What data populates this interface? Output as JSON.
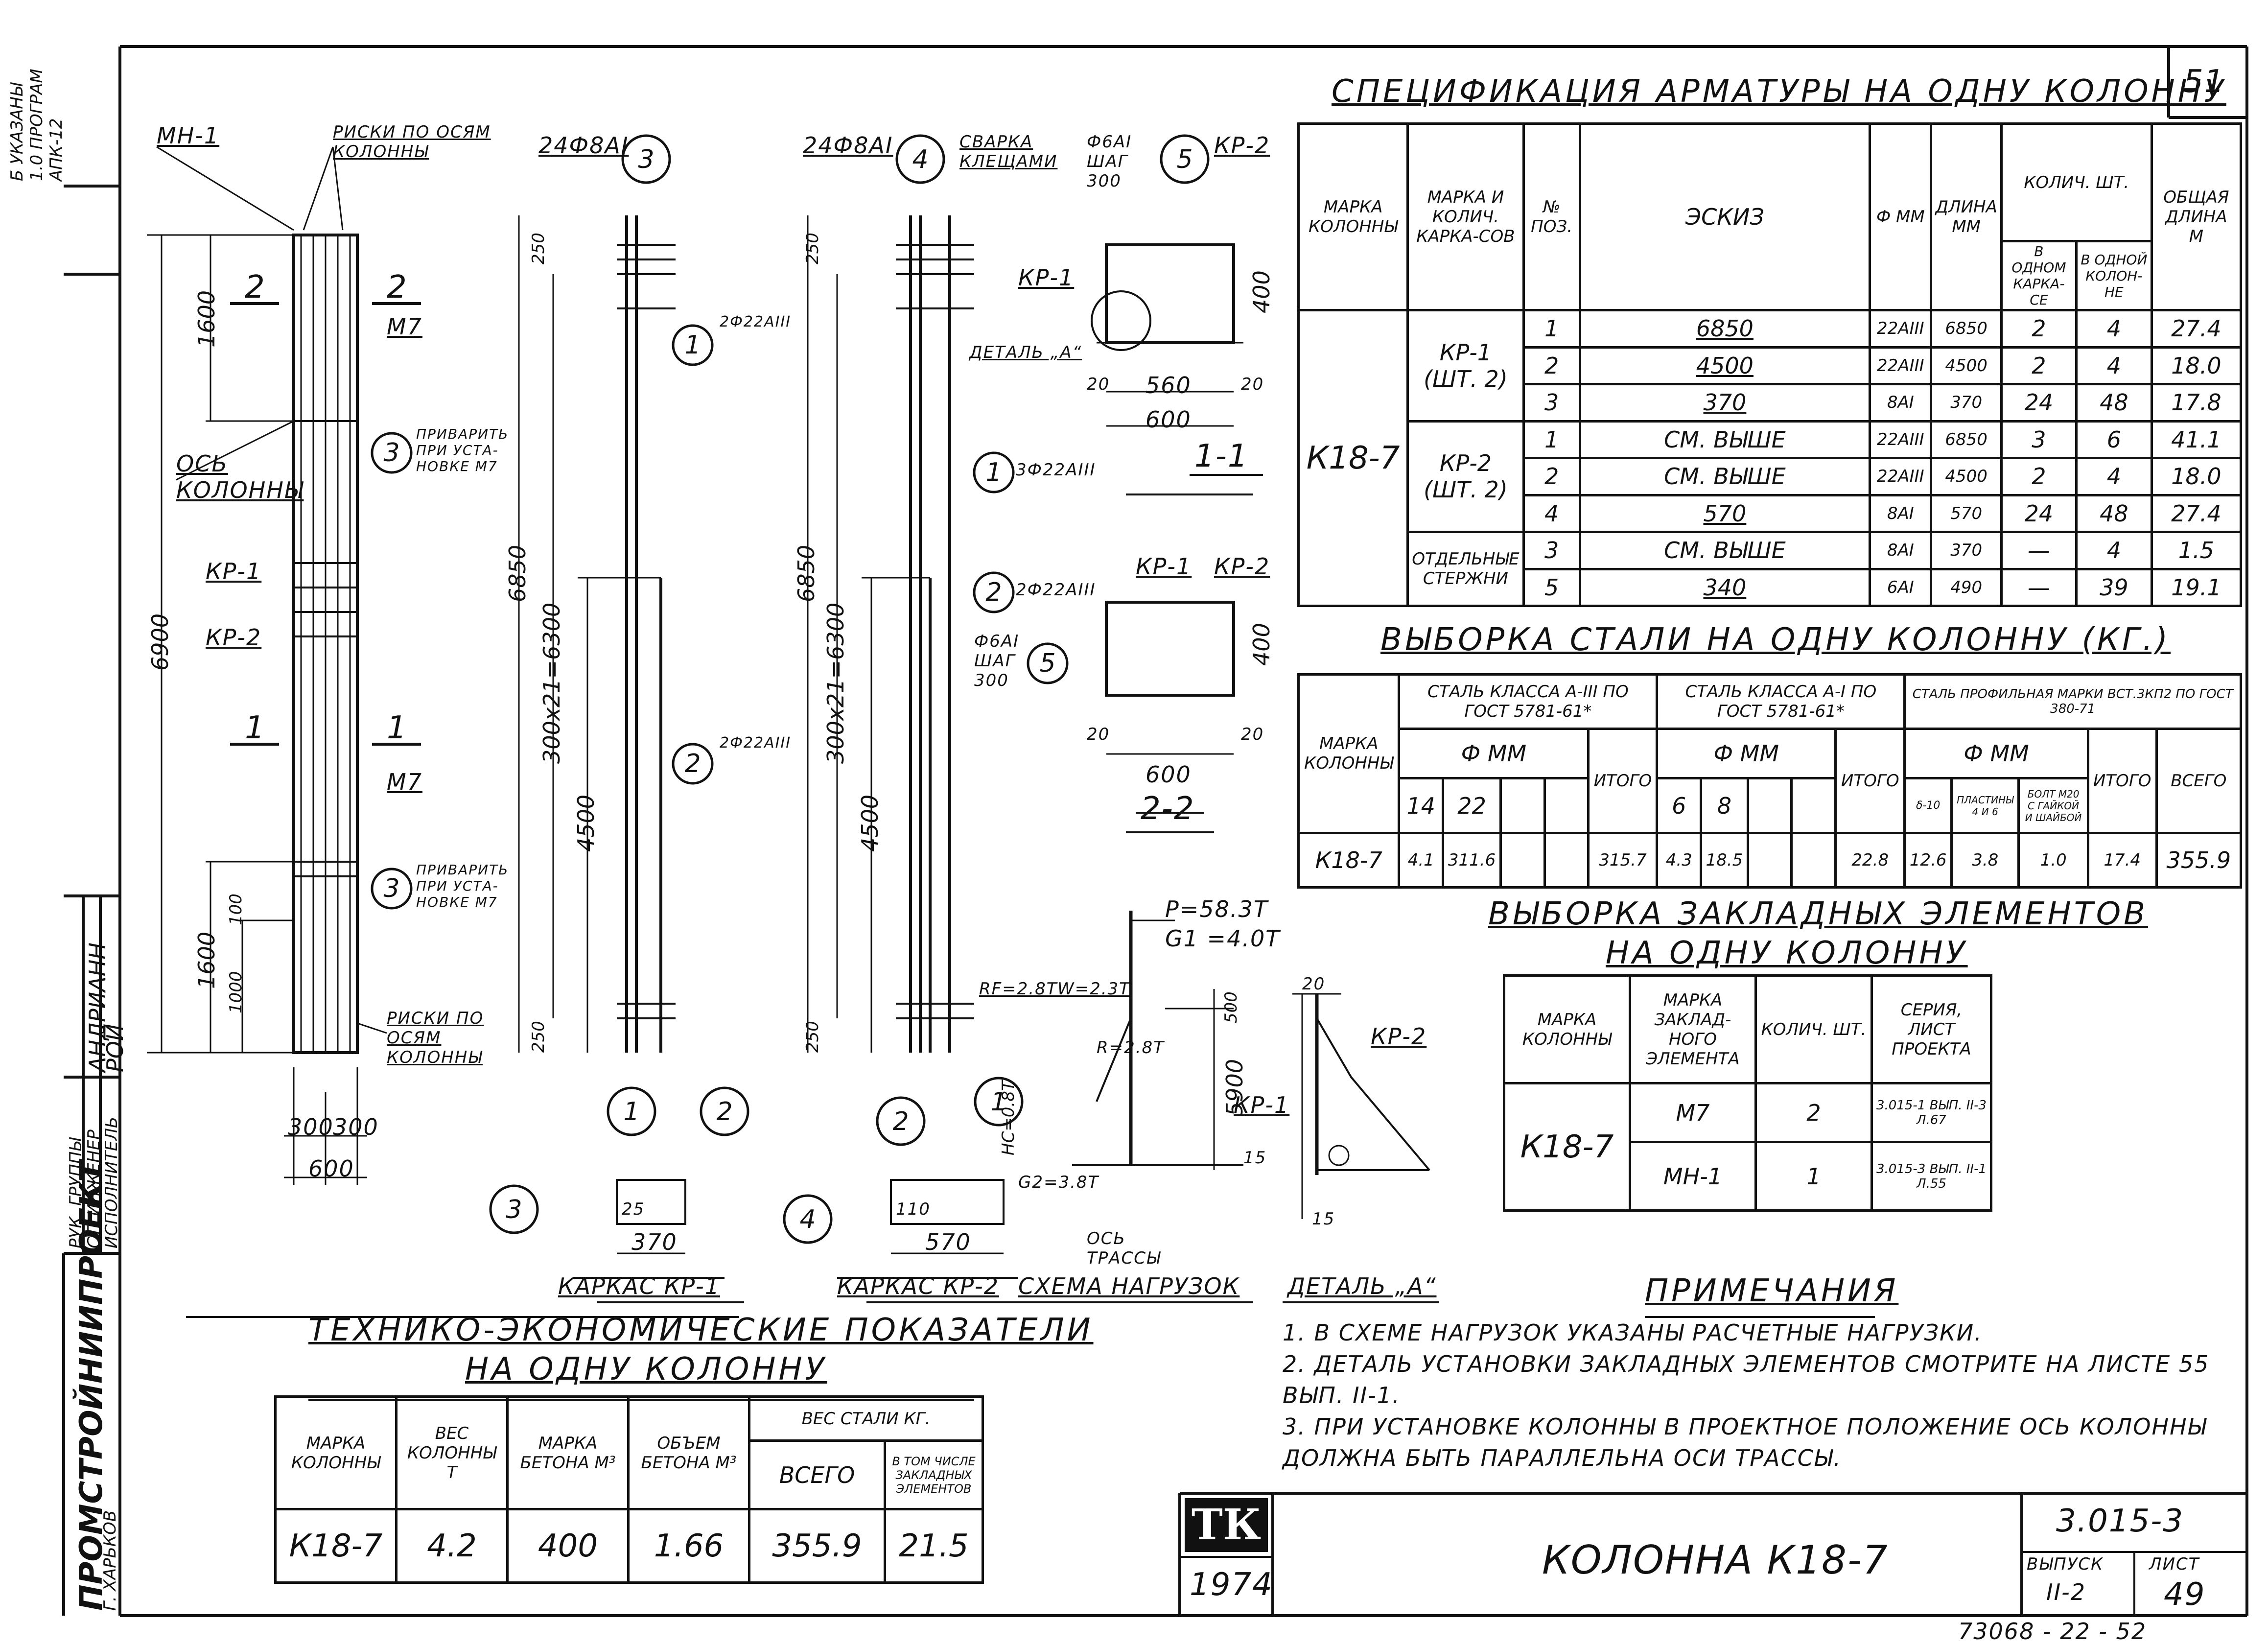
{
  "sheet_number": "51",
  "corner_notes": [
    "Б УКАЗАНЫ",
    "1.0 ПРОГРАМ",
    "АПК-12"
  ],
  "spec": {
    "title": "СПЕЦИФИКАЦИЯ АРМАТУРЫ НА ОДНУ КОЛОННУ",
    "headers": {
      "col_mark": "МАРКА КОЛОННЫ",
      "frame_mark": "МАРКА И КОЛИЧ. КАРКА-СОВ",
      "pos": "№ ПОЗ.",
      "sketch": "ЭСКИЗ",
      "dia": "Ф ММ",
      "length": "ДЛИНА ММ",
      "qty": "КОЛИЧ. ШТ.",
      "qty_frame": "В ОДНОМ КАРКА-СЕ",
      "qty_col": "В ОДНОЙ КОЛОН-НЕ",
      "total": "ОБЩАЯ ДЛИНА М"
    },
    "column": "К18-7",
    "groups": [
      {
        "frame": "КР-1 (ШТ. 2)",
        "rows": [
          {
            "pos": "1",
            "sketch": "6850",
            "dia": "22АIII",
            "len": "6850",
            "qf": "2",
            "qc": "4",
            "total": "27.4"
          },
          {
            "pos": "2",
            "sketch": "4500",
            "dia": "22АIII",
            "len": "4500",
            "qf": "2",
            "qc": "4",
            "total": "18.0"
          },
          {
            "pos": "3",
            "sketch": "370",
            "dia": "8АI",
            "len": "370",
            "qf": "24",
            "qc": "48",
            "total": "17.8"
          }
        ]
      },
      {
        "frame": "КР-2 (ШТ. 2)",
        "rows": [
          {
            "pos": "1",
            "sketch": "СМ. ВЫШЕ",
            "dia": "22АIII",
            "len": "6850",
            "qf": "3",
            "qc": "6",
            "total": "41.1"
          },
          {
            "pos": "2",
            "sketch": "СМ. ВЫШЕ",
            "dia": "22АIII",
            "len": "4500",
            "qf": "2",
            "qc": "4",
            "total": "18.0"
          },
          {
            "pos": "4",
            "sketch": "570",
            "dia": "8АI",
            "len": "570",
            "qf": "24",
            "qc": "48",
            "total": "27.4"
          }
        ]
      },
      {
        "frame": "ОТДЕЛЬНЫЕ СТЕРЖНИ",
        "rows": [
          {
            "pos": "3",
            "sketch": "СМ. ВЫШЕ",
            "dia": "8АI",
            "len": "370",
            "qf": "—",
            "qc": "4",
            "total": "1.5"
          },
          {
            "pos": "5",
            "sketch": "340",
            "dia": "6АI",
            "len": "490",
            "qf": "—",
            "qc": "39",
            "total": "19.1"
          }
        ]
      }
    ]
  },
  "steel": {
    "title": "ВЫБОРКА СТАЛИ НА ОДНУ КОЛОННУ (КГ.)",
    "h_mark": "МАРКА КОЛОННЫ",
    "h_a3": "СТАЛЬ КЛАССА А-III ПО ГОСТ 5781-61*",
    "h_a1": "СТАЛЬ КЛАССА А-I ПО ГОСТ 5781-61*",
    "h_prof": "СТАЛЬ ПРОФИЛЬНАЯ МАРКИ ВСТ.3КП2 ПО ГОСТ 380-71",
    "h_dia": "Ф ММ",
    "h_14": "14",
    "h_22": "22",
    "h_6": "6",
    "h_8": "8",
    "h_itogo": "ИТОГО",
    "h_vsego": "ВСЕГО",
    "h_p1": "δ-10",
    "h_p2": "ПЛАСТИНЫ 4 И 6",
    "h_p3": "БОЛТ М20 С ГАЙКОЙ И ШАЙБОЙ",
    "row": {
      "mark": "К18-7",
      "v14": "4.1",
      "v22": "311.6",
      "it1": "315.7",
      "v6": "4.3",
      "v8": "18.5",
      "it2": "22.8",
      "p1": "12.6",
      "p2": "3.8",
      "p3": "1.0",
      "it3": "17.4",
      "total": "355.9"
    }
  },
  "embedded": {
    "title1": "ВЫБОРКА ЗАКЛАДНЫХ ЭЛЕМЕНТОВ",
    "title2": "НА ОДНУ КОЛОННУ",
    "h_col": "МАРКА КОЛОННЫ",
    "h_el": "МАРКА ЗАКЛАД-НОГО ЭЛЕМЕНТА",
    "h_qty": "КОЛИЧ. ШТ.",
    "h_ser": "СЕРИЯ, ЛИСТ ПРОЕКТА",
    "column": "К18-7",
    "rows": [
      {
        "el": "М7",
        "qty": "2",
        "ser": "3.015-1 ВЫП. II-3 Л.67"
      },
      {
        "el": "МН-1",
        "qty": "1",
        "ser": "3.015-3 ВЫП. II-1 Л.55"
      }
    ]
  },
  "tech": {
    "title1": "ТЕХНИКО-ЭКОНОМИЧЕСКИЕ ПОКАЗАТЕЛИ",
    "title2": "НА ОДНУ КОЛОННУ",
    "h_mark": "МАРКА КОЛОННЫ",
    "h_weight": "ВЕС КОЛОННЫ Т",
    "h_concrete": "МАРКА БЕТОНА М³",
    "h_volume": "ОБЪЕМ БЕТОНА М³",
    "h_steel": "ВЕС СТАЛИ КГ.",
    "h_all": "ВСЕГО",
    "h_incl": "В ТОМ ЧИСЛЕ ЗАКЛАДНЫХ ЭЛЕМЕНТОВ",
    "row": {
      "mark": "К18-7",
      "weight": "4.2",
      "concrete": "400",
      "volume": "1.66",
      "steel": "355.9",
      "incl": "21.5"
    }
  },
  "notes": {
    "title": "ПРИМЕЧАНИЯ",
    "items": [
      "1. В СХЕМЕ НАГРУЗОК УКАЗАНЫ РАСЧЕТНЫЕ НАГРУЗКИ.",
      "2. ДЕТАЛЬ УСТАНОВКИ ЗАКЛАДНЫХ ЭЛЕМЕНТОВ СМОТРИТЕ НА ЛИСТЕ 55 ВЫП. II-1.",
      "3. ПРИ УСТАНОВКЕ КОЛОННЫ В ПРОЕКТНОЕ ПОЛОЖЕНИЕ ОСЬ КОЛОННЫ ДОЛЖНА БЫТЬ ПАРАЛЛЕЛЬНА ОСИ ТРАССЫ."
    ]
  },
  "stamp": {
    "logo": "ТК",
    "year": "1974",
    "name": "КОЛОННА К18-7",
    "series": "3.015-3",
    "issue_label": "ВЫПУСК",
    "issue": "II-2",
    "sheet_label": "ЛИСТ",
    "sheet": "49",
    "bottom": "73068 - 22 - 52"
  },
  "side_block": {
    "org": "ПРОМСТРОЙНИИПРОЕКТ",
    "rows": [
      "РУК. ГРУППЫ",
      "СТ. ИНЖЕНЕР",
      "ИСПОЛНИТЕЛЬ"
    ],
    "names": [
      "Г. ХАРЬКОВ",
      "АНДРИАНН",
      "РОЙ"
    ]
  },
  "drawing_labels": {
    "mn1": "МН-1",
    "riski_top": "РИСКИ ПО ОСЯМ КОЛОННЫ",
    "m7": "М7",
    "os": "ОСЬ КОЛОННЫ",
    "privarit": "ПРИВАРИТЬ ПРИ УСТА-НОВКЕ М7",
    "kr1": "КР-1",
    "kr2": "КР-2",
    "riski_bot": "РИСКИ ПО ОСЯМ КОЛОННЫ",
    "dim_6900": "6900",
    "dim_1600": "1600",
    "dim_1000": "1000",
    "dim_100": "100",
    "dim_300a": "300",
    "dim_300b": "300",
    "dim_600": "600",
    "sec1": "1",
    "sec2": "2",
    "bar3": "24Ф8АI",
    "bar4": "24Ф8АI",
    "dim_6850a": "6850",
    "dim_6850b": "6850",
    "dim_6300a": "300х21=6300",
    "dim_6300b": "300х21=6300",
    "dim_4500a": "4500",
    "dim_4500b": "4500",
    "dim_250": "250",
    "dim_25": "25",
    "r2f22": "2Ф22АIII",
    "r3f22": "3Ф22АIII",
    "svarka": "СВАРКА КЛЕЩАМИ",
    "f6": "Ф6АI ШАГ 300",
    "detal_a": "ДЕТАЛЬ „А“",
    "dim_560": "560",
    "dim_20": "20",
    "dim_400": "400",
    "sec11": "1-1",
    "sec22": "2-2",
    "karkas1": "КАРКАС КР-1",
    "karkas2": "КАРКАС КР-2",
    "dim_370": "370",
    "dim_570": "570",
    "dim_110": "110",
    "load_title": "СХЕМА НАГРУЗОК",
    "p": "P=58.3Т",
    "g1": "G1 =4.0Т",
    "rf": "RF=2.8Т",
    "w": "W=2.3Т",
    "r": "R=2.8Т",
    "h": "HC=0.8Т",
    "g2": "G2=3.8Т",
    "os_trassy": "ОСЬ ТРАССЫ",
    "dim_5900": "5900",
    "dim_500": "500",
    "dim_15": "15",
    "detal_title": "ДЕТАЛЬ „А“"
  }
}
